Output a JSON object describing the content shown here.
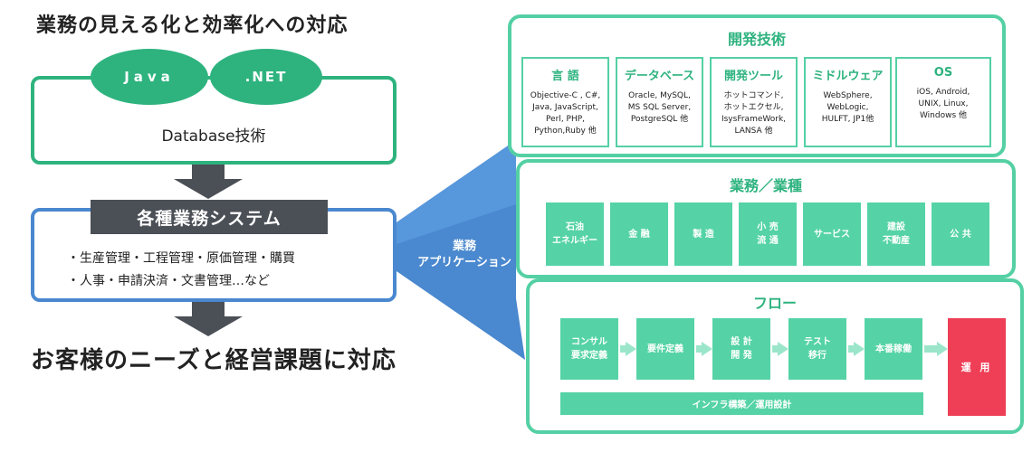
{
  "left": {
    "top_heading": "業務の見える化と効率化への対応",
    "languages": [
      "Java",
      ".NET"
    ],
    "database_label": "Database技術",
    "system_title": "各種業務システム",
    "system_line1": "・生産管理・工程管理・原価管理・購買",
    "system_line2": "・人事・申請決済・文書管理…など",
    "bottom_heading": "お客様のニーズと経営課題に対応"
  },
  "connector": {
    "label_line1": "業務",
    "label_line2": "アプリケーション"
  },
  "dev_tech": {
    "title": "開発技術",
    "cards": [
      {
        "title": "言 語",
        "items": [
          "Objective-C , C#,",
          "Java, JavaScript,",
          "Perl, PHP,",
          "Python,Ruby 他"
        ]
      },
      {
        "title": "データベース",
        "items": [
          "Oracle, MySQL,",
          "MS SQL Server,",
          "PostgreSQL 他"
        ]
      },
      {
        "title": "開発ツール",
        "items": [
          "ホットコマンド,",
          "ホットエクセル,",
          "IsysFrameWork,",
          "LANSA 他"
        ]
      },
      {
        "title": "ミドルウェア",
        "items": [
          "WebSphere,",
          "WebLogic,",
          "HULFT, JP1他"
        ]
      },
      {
        "title": "OS",
        "items": [
          "iOS, Android,",
          "UNIX, Linux,",
          "Windows 他"
        ]
      }
    ]
  },
  "business": {
    "title": "業務／業種",
    "items": [
      [
        "石油",
        "エネルギー"
      ],
      [
        "金 融"
      ],
      [
        "製 造"
      ],
      [
        "小 売",
        "流 通"
      ],
      [
        "サービス"
      ],
      [
        "建設",
        "不動産"
      ],
      [
        "公 共"
      ]
    ]
  },
  "flow": {
    "title": "フロー",
    "steps": [
      [
        "コンサル",
        "要求定義"
      ],
      [
        "要件定義"
      ],
      [
        "設 計",
        "開 発"
      ],
      [
        "テスト",
        "移行"
      ],
      [
        "本番稼働"
      ]
    ],
    "infra": "インフラ構築／運用設計",
    "operate": "運 用"
  },
  "colors": {
    "green": "#2eb37f",
    "mint": "#55d3a6",
    "blue": "#4a88cf",
    "dark": "#4b4f56",
    "red": "#ee3f57"
  }
}
